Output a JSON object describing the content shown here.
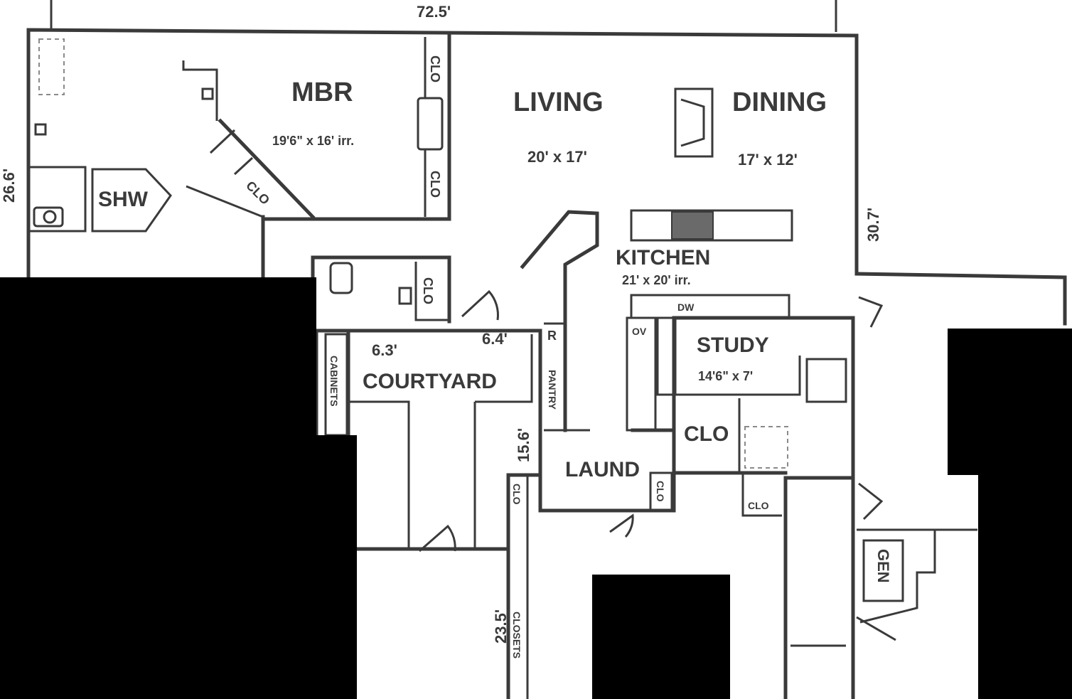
{
  "dimensions": {
    "overall_width": "72.5'",
    "left_depth": "26.6'",
    "right_depth": "30.7'",
    "courtyard_left": "6.3'",
    "courtyard_right": "6.4'",
    "courtyard_side": "15.6'",
    "bottom_wing": "23.5'"
  },
  "rooms": {
    "mbr": {
      "name": "MBR",
      "size": "19'6\" x 16' irr."
    },
    "living": {
      "name": "LIVING",
      "size": "20' x 17'"
    },
    "dining": {
      "name": "DINING",
      "size": "17' x 12'"
    },
    "kitchen": {
      "name": "KITCHEN",
      "size": "21' x 20' irr."
    },
    "study": {
      "name": "STUDY",
      "size": "14'6\" x 7'"
    },
    "courtyard": {
      "name": "COURTYARD"
    },
    "laund": {
      "name": "LAUND"
    },
    "clo": {
      "name": "CLO"
    },
    "shw": {
      "name": "SHW"
    },
    "gen": {
      "name": "GEN"
    }
  },
  "labels": {
    "clo": "CLO",
    "cabinets": "CABINETS",
    "closets": "CLOSETS",
    "pantry": "PANTRY",
    "refrigerator": "R",
    "oven": "OV",
    "dishwasher": "DW"
  }
}
